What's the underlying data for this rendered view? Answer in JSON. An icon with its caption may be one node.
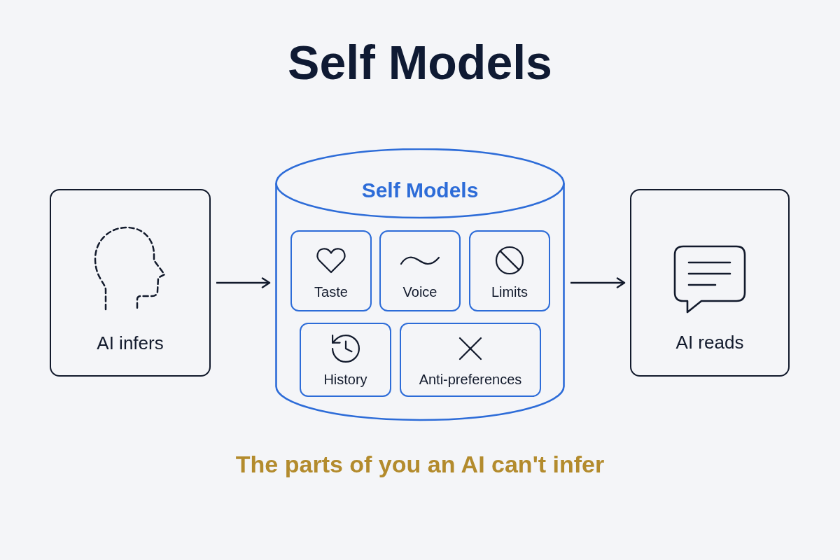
{
  "diagram": {
    "title": "Self Models",
    "caption": "The parts of you an AI can't infer",
    "nodes": [
      {
        "text": [
          "AI infers"
        ]
      },
      {
        "text": [
          "Self Models"
        ]
      },
      {
        "text": [
          "Taste"
        ],
        "in": 1
      },
      {
        "text": [
          "Voice"
        ],
        "in": 1
      },
      {
        "text": [
          "Limits"
        ],
        "in": 1
      },
      {
        "text": [
          "History"
        ],
        "in": 1
      },
      {
        "text": [
          "Anti-preferences"
        ],
        "in": 1
      },
      {
        "text": [
          "AI reads"
        ]
      }
    ],
    "edges": [
      {
        "from": 0,
        "to": 1,
        "arrow": "to"
      },
      {
        "from": 1,
        "to": 7,
        "arrow": "to"
      }
    ]
  }
}
